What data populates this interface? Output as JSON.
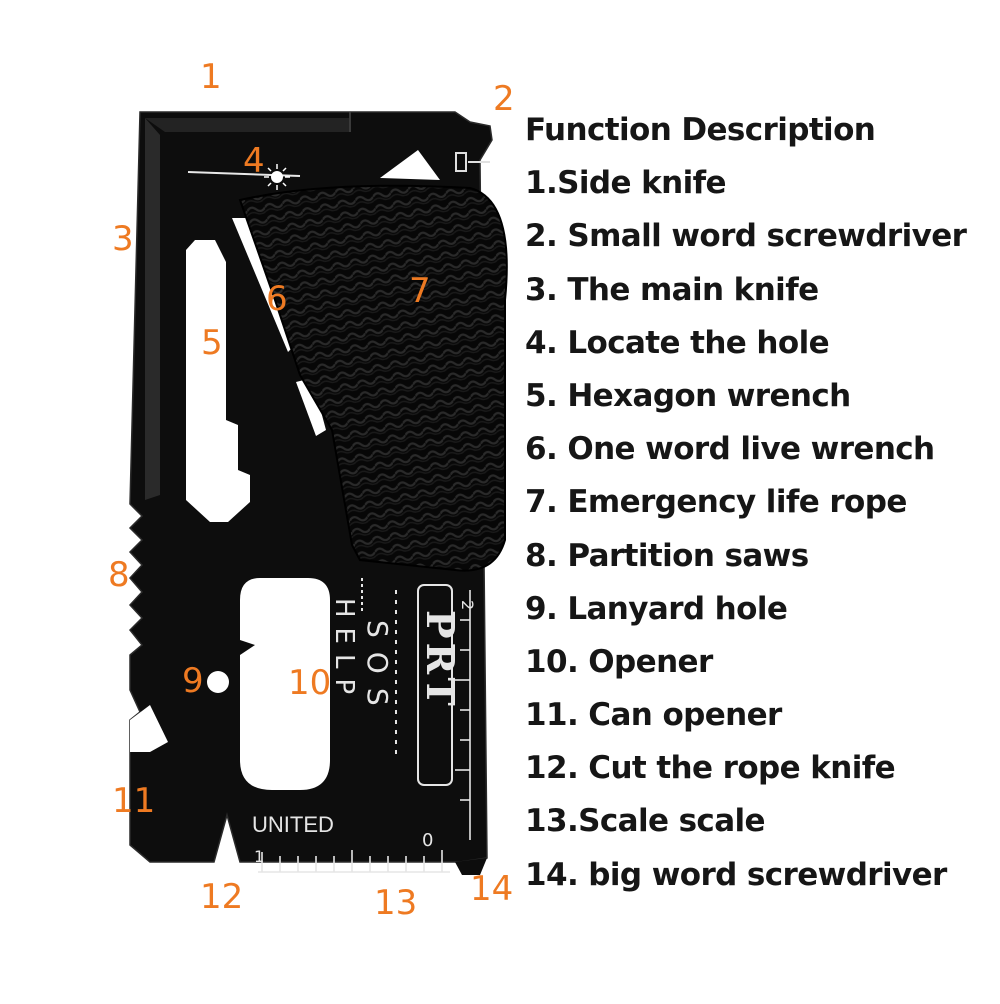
{
  "callouts": {
    "c1": "1",
    "c2": "2",
    "c3": "3",
    "c4": "4",
    "c5": "5",
    "c6": "6",
    "c7": "7",
    "c8": "8",
    "c9": "9",
    "c10": "10",
    "c11": "11",
    "c12": "12",
    "c13": "13",
    "c14": "14"
  },
  "card_text": {
    "brand": "PRT",
    "sos": "SOS",
    "help": "HELP",
    "united": "UNITED",
    "scale_mark_0": "0",
    "scale_mark_1": "1",
    "scale_mark_2": "2"
  },
  "description": {
    "title": "Function Description",
    "items": [
      "1.Side knife",
      "2. Small word screwdriver",
      "3. The main knife",
      "4. Locate the hole",
      "5. Hexagon wrench",
      "6. One word live wrench",
      "7. Emergency life rope",
      "8. Partition saws",
      "9. Lanyard hole",
      "10. Opener",
      "11. Can opener",
      "12. Cut the rope knife",
      "13.Scale scale",
      "14. big word screwdriver"
    ]
  },
  "colors": {
    "callout": "#ee7a22",
    "card": "#0d0d0d",
    "text": "#161616"
  }
}
